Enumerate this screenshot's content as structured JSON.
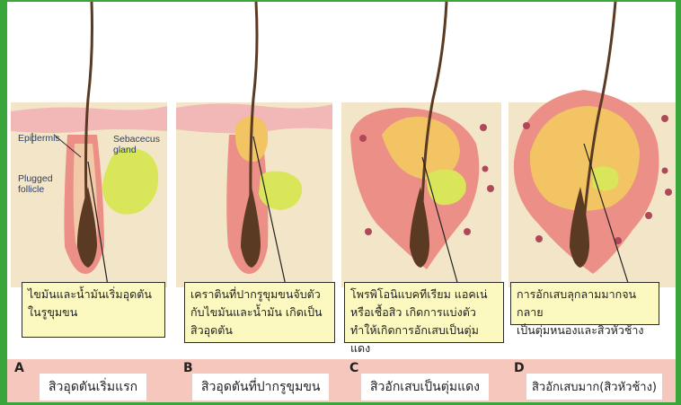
{
  "labels": {
    "epidermis": "Epidermis",
    "sebaceous": [
      "Sebacecus",
      "gland"
    ],
    "plugged": [
      "Plugged",
      "follicle"
    ]
  },
  "panels": [
    {
      "letter": "A",
      "caption": "สิวอุดตันเริ่มแรก",
      "note": [
        "ไขมันและน้ำมันเริ่มอุดตัน",
        "ในรูขุมขน"
      ]
    },
    {
      "letter": "B",
      "caption": "สิวอุดตันที่ปากรูขุมขน",
      "note": [
        "เคราตินที่ปากรูขุมขนจับตัว",
        "กับไขมันและน้ำมัน เกิดเป็น",
        "สิวอุดตัน"
      ]
    },
    {
      "letter": "C",
      "caption": "สิวอักเสบเป็นตุ่มแดง",
      "note": [
        "โพรพิโอนิแบคทีเรียม แอคเน่",
        "หรือเชื้อสิว เกิดการแบ่งตัว",
        "ทำให้เกิดการอักเสบเป็นตุ่มแดง"
      ]
    },
    {
      "letter": "D",
      "caption": "สิวอักเสบมาก(สิวหัวช้าง)",
      "note": [
        "การอักเสบลุกลามมากจนกลาย",
        "เป็นตุ่มหนองและสิวหัวช้าง"
      ]
    }
  ],
  "colors": {
    "background": "#3aa53a",
    "skin": "#f3e6c8",
    "epidermis": "#f2b7b7",
    "inflamed": "#ec8f86",
    "gland": "#d9e65a",
    "hair": "#5a3a22",
    "note_bg": "#fbf8c0"
  }
}
